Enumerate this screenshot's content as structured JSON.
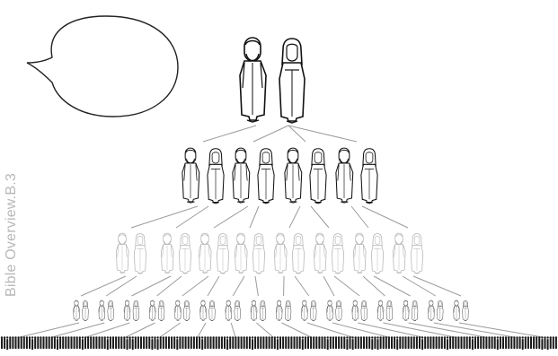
{
  "side_label": "Bible Overview.B.3",
  "colors": {
    "line": "#9c9c9c",
    "figure_stroke": "#111111",
    "figure_faint": "#b5b5b5",
    "bubble_stroke": "#222222",
    "label_gray": "#b8b8b8"
  },
  "generations": [
    {
      "level": 1,
      "figures": 2
    },
    {
      "level": 2,
      "figures": 8
    },
    {
      "level": 3,
      "figures": 16
    },
    {
      "level": 4,
      "figures": 32
    },
    {
      "level": 5,
      "figures": "crowd"
    }
  ],
  "speech_bubble": {
    "text": ""
  }
}
